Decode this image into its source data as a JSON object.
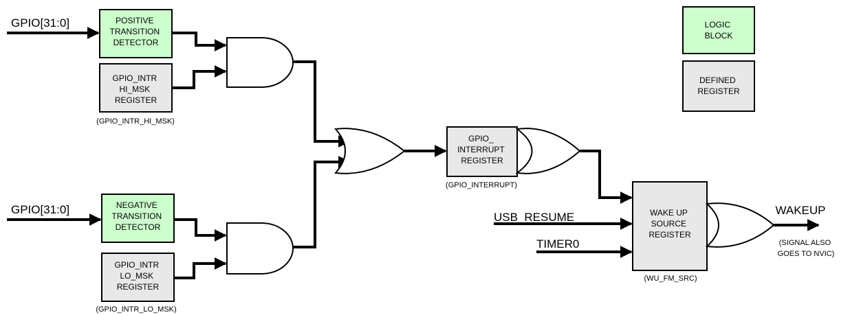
{
  "inputs": {
    "gpio_top": "GPIO[31:0]",
    "gpio_bottom": "GPIO[31:0]",
    "usb_resume": "USB_RESUME",
    "timer0": "TIMER0"
  },
  "blocks": {
    "positive_detector": [
      "POSITIVE",
      "TRANSITION",
      "DETECTOR"
    ],
    "hi_mask_register": [
      "GPIO_INTR",
      "HI_MSK",
      "REGISTER"
    ],
    "negative_detector": [
      "NEGATIVE",
      "TRANSITION",
      "DETECTOR"
    ],
    "lo_mask_register": [
      "GPIO_INTR",
      "LO_MSK",
      "REGISTER"
    ],
    "interrupt_register": [
      "GPIO_",
      "INTERRUPT",
      "REGISTER"
    ],
    "wakeup_source_register": [
      "WAKE UP",
      "SOURCE",
      "REGISTER"
    ]
  },
  "captions": {
    "hi_mask": "(GPIO_INTR_HI_MSK)",
    "lo_mask": "(GPIO_INTR_LO_MSK)",
    "interrupt": "(GPIO_INTERRUPT)",
    "wakeup_source": "(WU_FM_SRC)"
  },
  "output": {
    "label": "WAKEUP",
    "note": [
      "(SIGNAL ALSO",
      "GOES TO NVIC)"
    ]
  },
  "legend": {
    "logic_block": [
      "LOGIC",
      "BLOCK"
    ],
    "defined_register": [
      "DEFINED",
      "REGISTER"
    ]
  },
  "colors": {
    "logic_block_fill": "#ccffcc",
    "register_fill": "#e8e8e8",
    "wire": "#000000"
  }
}
